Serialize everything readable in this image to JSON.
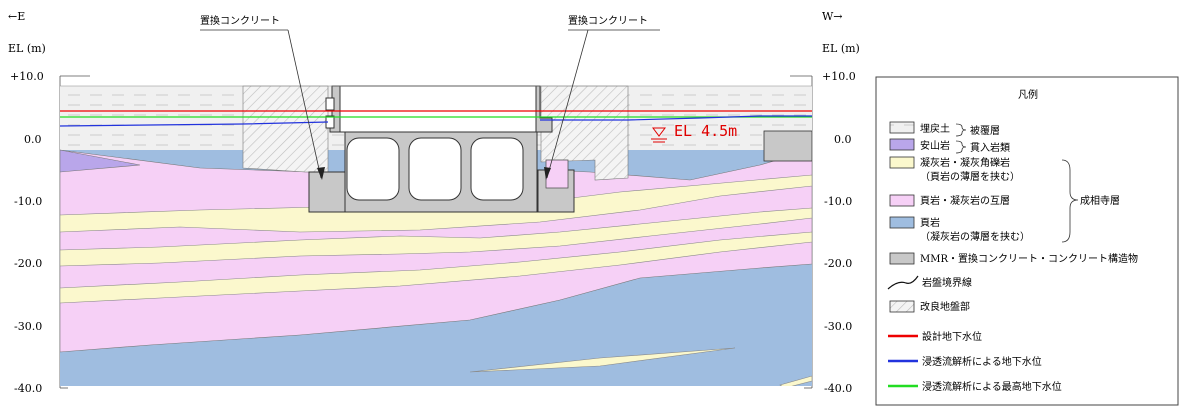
{
  "directions": {
    "east": "←E",
    "west": "W→"
  },
  "axis": {
    "unit_left": "EL (m)",
    "unit_right": "EL (m)",
    "ticks": [
      "+10.0",
      "0.0",
      "-10.0",
      "-20.0",
      "-30.0",
      "-40.0"
    ]
  },
  "annotations": {
    "replacement_left": "置換コンクリート",
    "replacement_right": "置換コンクリート",
    "water_level": "EL 4.5m"
  },
  "legend": {
    "title": "凡例",
    "items": {
      "fill_soil": "埋戻土",
      "andesite": "安山岩",
      "tuff": "凝灰岩・凝灰角礫岩",
      "tuff_note": "（頁岩の薄層を挟む）",
      "shale_tuff_alt": "頁岩・凝灰岩の互層",
      "shale": "頁岩",
      "shale_note": "（凝灰岩の薄層を挟む）",
      "concrete": "MMR・置換コンクリート・コンクリート構造物",
      "boundary": "岩盤境界線",
      "improved": "改良地盤部",
      "design_wl": "設計地下水位",
      "seepage_wl": "浸透流解析による地下水位",
      "seepage_max_wl": "浸透流解析による最高地下水位"
    },
    "groups": {
      "cover": "被覆層",
      "intrusive": "貫入岩類",
      "formation": "成相寺層"
    }
  },
  "colors": {
    "fill_soil": "#f0f0f0",
    "andesite": "#b9a6ea",
    "tuff": "#fbf8cd",
    "shale_tuff_alt": "#f6d0f6",
    "shale": "#9fbde0",
    "concrete": "#c8c8c8",
    "design_wl": "#ee0000",
    "seepage_wl": "#2233dd",
    "seepage_max_wl": "#22dd22"
  }
}
